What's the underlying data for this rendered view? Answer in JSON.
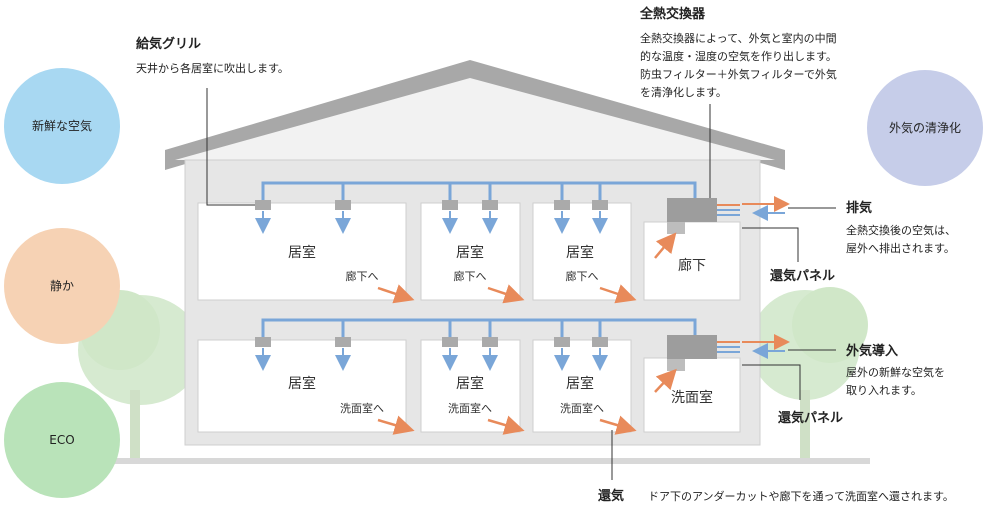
{
  "badges": {
    "fresh_air": "新鮮な空気",
    "quiet": "静か",
    "eco": "ECO",
    "purify": "外気の清浄化"
  },
  "callouts": {
    "supply_grille": {
      "title": "給気グリル",
      "desc": "天井から各居室に吹出します。"
    },
    "heat_exchanger": {
      "title": "全熱交換器",
      "lines": [
        "全熱交換器によって、外気と室内の中間",
        "的な温度・湿度の空気を作り出します。",
        "防虫フィルター＋外気フィルターで外気",
        "を清浄化します。"
      ]
    },
    "exhaust": {
      "title": "排気",
      "lines": [
        "全熱交換後の空気は、",
        "屋外へ排出されます。"
      ]
    },
    "return_panel_upper": "還気パネル",
    "intake": {
      "title": "外気導入",
      "lines": [
        "屋外の新鮮な空気を",
        "取り入れます。"
      ]
    },
    "return_panel_lower": "還気パネル",
    "return_air": {
      "title": "還気",
      "desc": "ドア下のアンダーカットや廊下を通って洗面室へ還されます。"
    }
  },
  "rooms": {
    "upper": [
      "居室",
      "居室",
      "居室",
      "廊下"
    ],
    "lower": [
      "居室",
      "居室",
      "居室",
      "洗面室"
    ],
    "upper_flow": [
      "廊下へ",
      "廊下へ",
      "廊下へ"
    ],
    "lower_flow": [
      "洗面室へ",
      "洗面室へ",
      "洗面室へ"
    ]
  },
  "colors": {
    "supply_duct": "#7aa6d8",
    "return_arrow": "#e88a5a",
    "badge_fresh": "#a8d8f2",
    "badge_quiet": "#f6d2b4",
    "badge_eco": "#b9e3b9",
    "badge_purify": "#c6cde9",
    "wall": "#e6e6e6"
  }
}
